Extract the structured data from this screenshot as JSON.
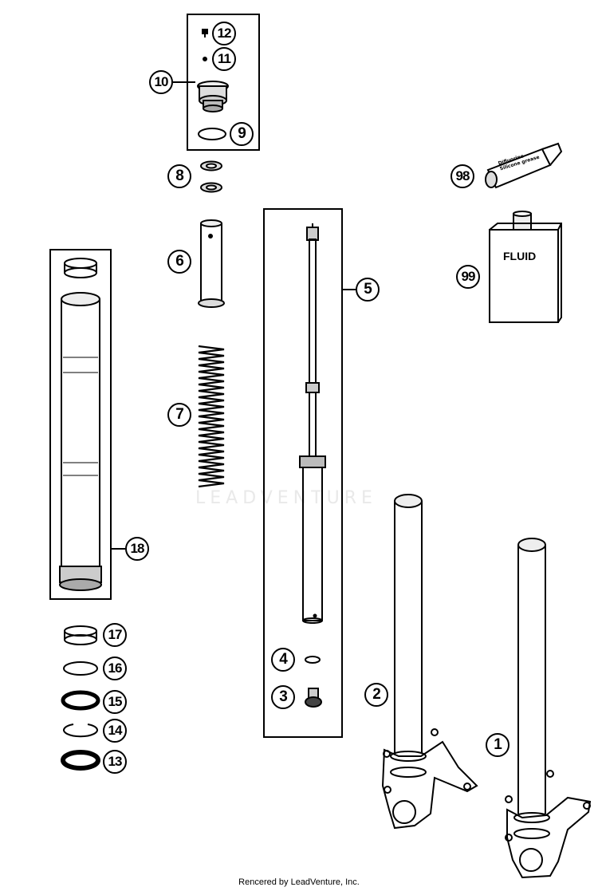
{
  "callouts": [
    "1",
    "2",
    "3",
    "4",
    "5",
    "6",
    "7",
    "8",
    "9",
    "10",
    "11",
    "12",
    "13",
    "14",
    "15",
    "16",
    "17",
    "18",
    "98",
    "99"
  ],
  "fluid_label": "FLUID",
  "grease_tube_text": "Difluorine\nSilicone grease",
  "watermark": "LEADVENTURE",
  "credit": "Rencered by LeadVenture, Inc."
}
